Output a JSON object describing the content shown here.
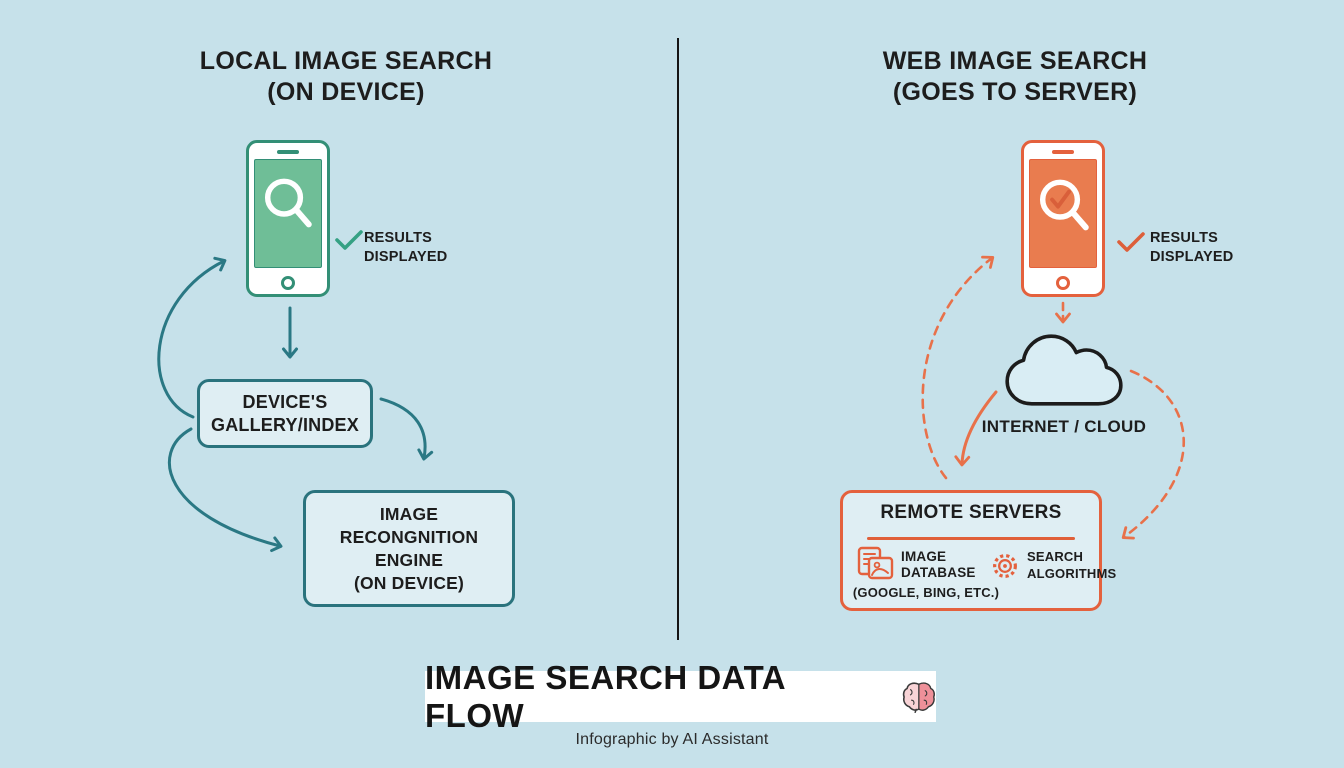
{
  "left_panel": {
    "title_line1": "LOCAL IMAGE SEARCH",
    "title_line2": "(ON DEVICE)",
    "results": {
      "line1": "RESULTS",
      "line2": "DISPLAYED"
    },
    "gallery_box": {
      "line1": "DEVICE'S",
      "line2": "GALLERY/INDEX"
    },
    "engine_box": {
      "line1": "IMAGE",
      "line2": "RECONGNITION",
      "line3": "ENGINE",
      "line4": "(ON DEVICE)"
    }
  },
  "right_panel": {
    "title_line1": "WEB IMAGE SEARCH",
    "title_line2": "(GOES TO SERVER)",
    "results": {
      "line1": "RESULTS",
      "line2": "DISPLAYED"
    },
    "cloud_label": "INTERNET / CLOUD",
    "servers_box": {
      "title": "REMOTE SERVERS",
      "database": {
        "line1": "IMAGE",
        "line2": "DATABASE",
        "line3": "(GOOGLE, BING, ETC.)"
      },
      "algorithms": {
        "line1": "SEARCH",
        "line2": "ALGORITHMS"
      }
    }
  },
  "footer": {
    "banner_title": "IMAGE SEARCH DATA FLOW",
    "credit": "Infographic by AI Assistant"
  },
  "icons": {
    "left_phone_screen": "search-icon",
    "right_phone_screen": "search-check-icon",
    "results_marker": "checkmark-icon",
    "network": "cloud-icon",
    "database": "image-database-icon",
    "algorithms": "gear-icon",
    "banner": "brain-icon"
  },
  "colors": {
    "background": "#c6e1ea",
    "teal_arrow": "#2a7884",
    "teal_green": "#338f76",
    "green_screen": "#6fbe97",
    "orange": "#e4613d",
    "orange_screen": "#e97c4f",
    "box_fill": "#dfeef3",
    "cloud_fill": "#d9edf4",
    "text": "#1d1d1d"
  }
}
